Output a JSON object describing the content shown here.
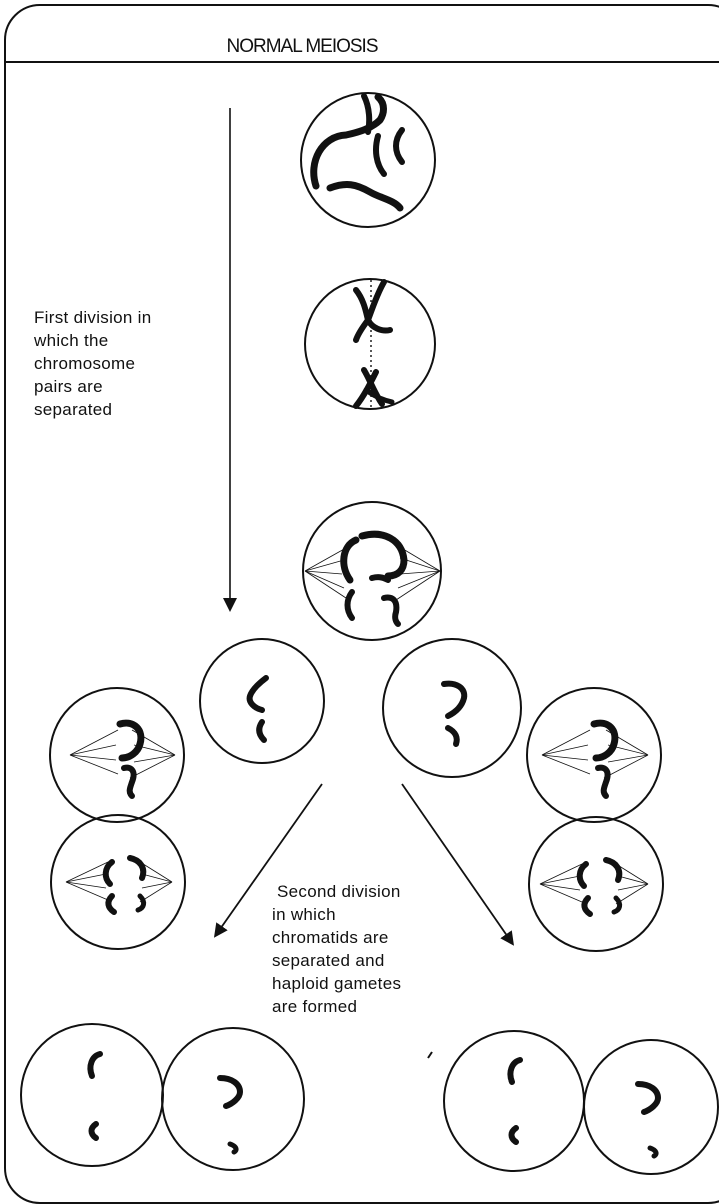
{
  "title": "NORMAL MEIOSIS",
  "first_division_label": {
    "lines": [
      "First division in",
      "which the",
      "chromosome",
      "pairs are",
      "separated"
    ]
  },
  "second_division_label": {
    "lines": [
      " Second division",
      "in which",
      "chromatids are",
      "separated and",
      "haploid gametes",
      "are formed"
    ]
  },
  "colors": {
    "ink": "#111111",
    "background": "#ffffff"
  }
}
